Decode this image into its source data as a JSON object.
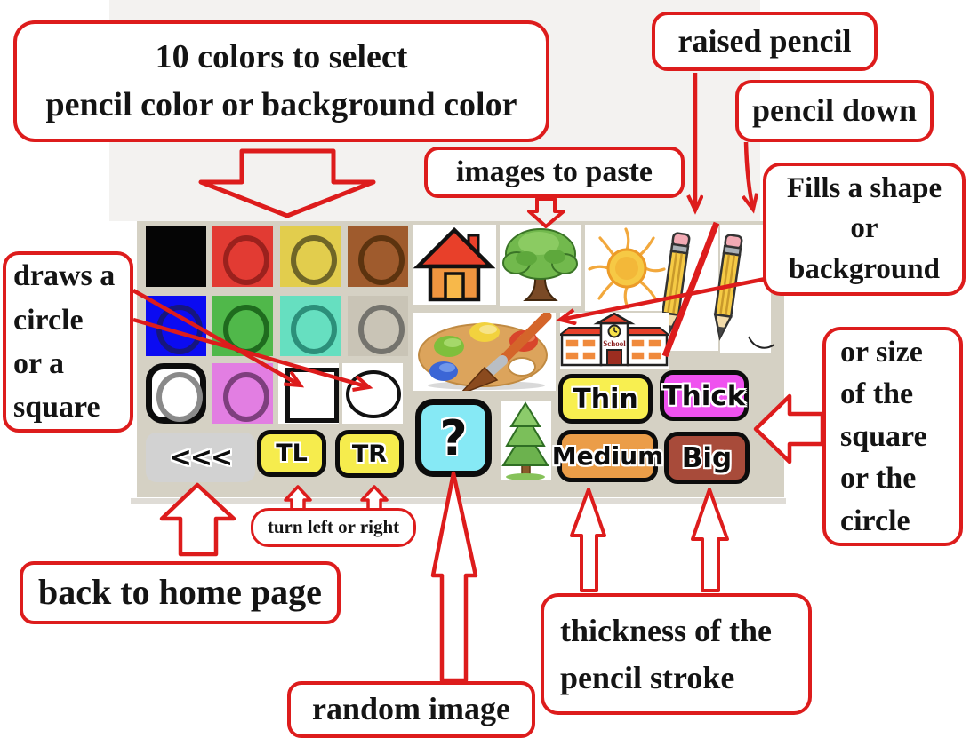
{
  "annotations": {
    "title": {
      "lines": [
        "10 colors to select",
        "pencil color or background color"
      ]
    },
    "images_to_paste": {
      "label": "images to paste"
    },
    "raised_pencil": {
      "label": "raised pencil"
    },
    "pencil_down": {
      "label": "pencil down"
    },
    "fills": {
      "lines": [
        "Fills a shape",
        "or",
        "background"
      ]
    },
    "draws": {
      "lines": [
        "draws a",
        "circle",
        "or a",
        "square"
      ]
    },
    "or_size": {
      "lines": [
        "or size",
        "of the",
        "square",
        "or the",
        "circle"
      ]
    },
    "turn": {
      "label": "turn left or right"
    },
    "back_home": {
      "label": "back to home page"
    },
    "random_image": {
      "label": "random image"
    },
    "thickness": {
      "lines": [
        "thickness of the",
        "pencil stroke"
      ]
    }
  },
  "toolbar": {
    "colors": [
      {
        "name": "black",
        "fill": "#050505",
        "ring": "none"
      },
      {
        "name": "red",
        "fill": "#e23b33",
        "ring": "#9b211d"
      },
      {
        "name": "yellow",
        "fill": "#e2cd4d",
        "ring": "#6f6527"
      },
      {
        "name": "brown",
        "fill": "#9f5b2d",
        "ring": "#5c330f"
      },
      {
        "name": "blue",
        "fill": "#0b0bf2",
        "ring": "#16167e"
      },
      {
        "name": "green",
        "fill": "#50b84a",
        "ring": "#1f6b1e"
      },
      {
        "name": "aqua",
        "fill": "#66dfc0",
        "ring": "#2c8f7a"
      },
      {
        "name": "taupe",
        "fill": "#c9c4b6",
        "ring": "#74736d"
      },
      {
        "name": "white",
        "fill": "#ffffff",
        "ring": "#8a8a8a"
      },
      {
        "name": "violet",
        "fill": "#e27ee2",
        "ring": "#7e3f7e"
      }
    ],
    "buttons": {
      "back": "<<<",
      "turn_left": "TL",
      "turn_right": "TR",
      "random": "?",
      "thin": "Thin",
      "thick": "Thick",
      "medium": "Medium",
      "big": "Big"
    },
    "school_label": "School",
    "icons": [
      "house",
      "tree",
      "sun",
      "raised-pencil",
      "down-pencil",
      "paint-palette",
      "school",
      "pine-tree",
      "square-shape",
      "circle-shape"
    ],
    "accent_red": "#dd1c1c",
    "panel_bg": "#d5d1c4"
  }
}
